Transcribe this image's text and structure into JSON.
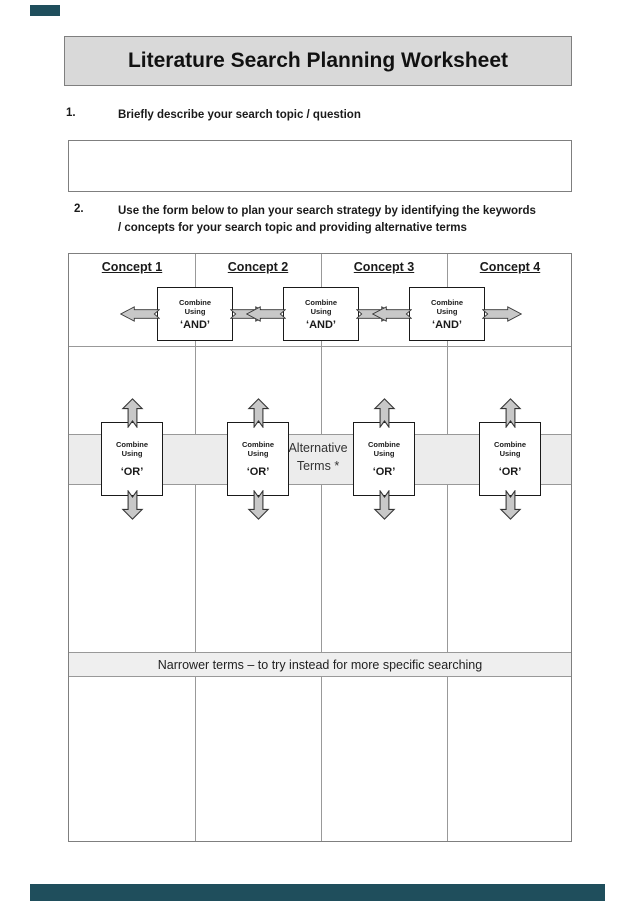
{
  "page": {
    "title": "Literature Search Planning Worksheet"
  },
  "items": {
    "item1_number": "1.",
    "item1_text": "Briefly describe your search topic / question",
    "item2_number": "2.",
    "item2_line1": "Use the form below to plan your search strategy by identifying the keywords",
    "item2_line2": "/ concepts for your search topic and providing alternative terms"
  },
  "table": {
    "headers": [
      "Concept 1",
      "Concept 2",
      "Concept 3",
      "Concept 4"
    ],
    "and_box": {
      "line1": "Combine",
      "line2": "Using",
      "term": "‘AND’"
    },
    "or_box": {
      "line1": "Combine",
      "line2": "Using",
      "term": "‘OR’"
    },
    "alternative_label_line1": "Alternative",
    "alternative_label_line2": "Terms *",
    "narrower_label": "Narrower terms – to try instead for more specific searching"
  },
  "colors": {
    "accent": "#1f4e5c",
    "title_box_fill": "#d9d9d9",
    "band_fill": "#ececec",
    "narrower_band_fill": "#efefef",
    "arrow_fill": "#c8c8c8"
  }
}
